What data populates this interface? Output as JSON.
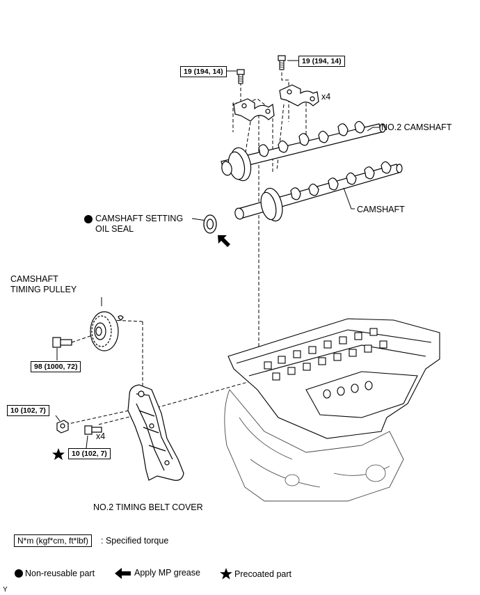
{
  "labels": {
    "no2_camshaft": "NO.2 CAMSHAFT",
    "camshaft": "CAMSHAFT",
    "oil_seal": "CAMSHAFT SETTING\nOIL SEAL",
    "timing_pulley": "CAMSHAFT\nTIMING PULLEY",
    "belt_cover": "NO.2 TIMING BELT COVER",
    "x4_caps": "x4",
    "x4_bolts": "x4"
  },
  "torques": {
    "bearing_cap_left": "19 (194, 14)",
    "bearing_cap_right": "19 (194, 14)",
    "pulley_bolt": "98 (1000, 72)",
    "cover_nut": "10 (102, 7)",
    "cover_bolts": "10 (102, 7)"
  },
  "legend": {
    "torque_unit": "N*m (kgf*cm, ft*lbf)",
    "torque_desc": ": Specified torque",
    "non_reusable": "Non-reusable part",
    "mp_grease": "Apply MP grease",
    "precoated": "Precoated part"
  },
  "footer": {
    "code": "Y"
  },
  "icons": {
    "non_reusable": "filled-circle-icon",
    "mp_grease": "left-arrow-icon",
    "precoated": "star-icon"
  }
}
